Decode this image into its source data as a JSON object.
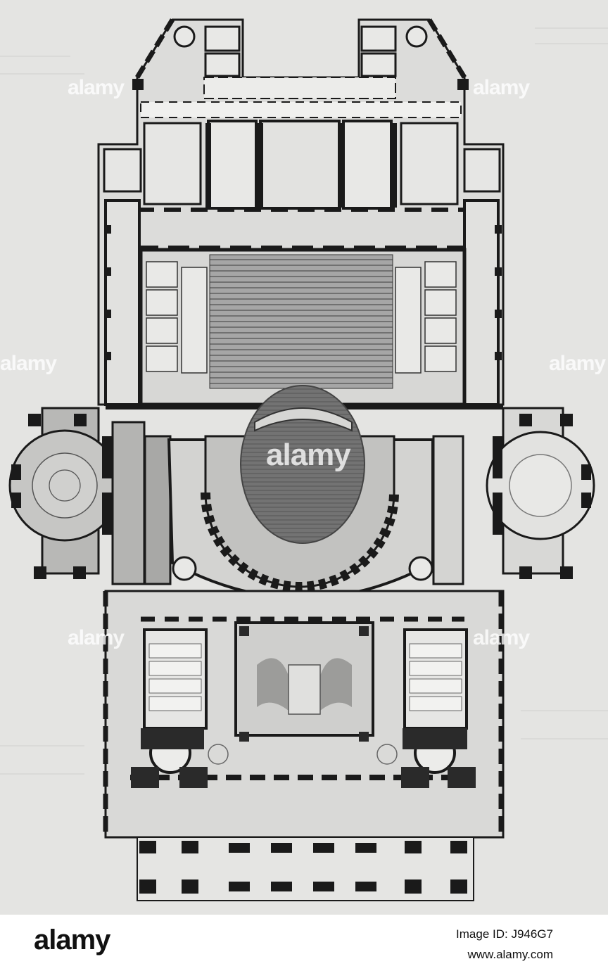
{
  "watermark": {
    "brand": "alamy",
    "positions_note": ""
  },
  "footer": {
    "logo": "alamy",
    "image_id": "Image ID: J946G7",
    "url": "www.alamy.com"
  },
  "colors": {
    "paper": "#e4e4e2",
    "wall": "#1a1a1a",
    "auditorium": "#6e6e6e",
    "stage": "#9a9a9a",
    "shaded_hall": "#bdbdbb",
    "footer_bg": "#ffffff"
  }
}
